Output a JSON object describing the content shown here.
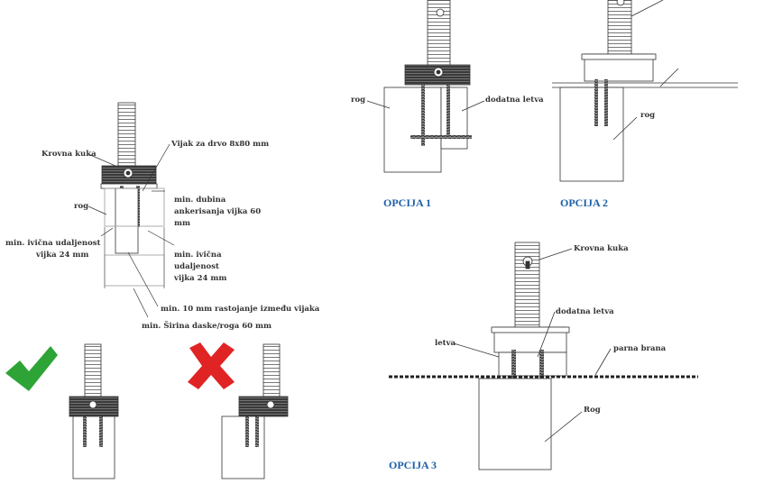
{
  "colors": {
    "option_label": "#1d5fa8",
    "line": "#333333",
    "check": "#2ea437",
    "cross": "#e02424",
    "hook_dark": "#2a2a2a"
  },
  "labels": {
    "krovna_kuka": "Krovna kuka",
    "vijak": "Vijak za drvo 8x80 mm",
    "rog": "rog",
    "dubina_1": "min. dubina",
    "dubina_2": "ankerisanja vijka 60",
    "dubina_3": "mm",
    "ivicna_left_1": "min. ivična udaljenost",
    "ivicna_left_2": "vijka 24 mm",
    "ivicna_right_1": "min. ivična",
    "ivicna_right_2": "udaljenost",
    "ivicna_right_3": "vijka 24 mm",
    "rastojanje": "min. 10 mm rastojanje između vijaka",
    "sirina": "min. Širina daske/roga 60 mm",
    "opt1_rog": "rog",
    "dodatna_letva_1": "dodatna letva",
    "opt2_rog": "rog",
    "opt3_krovna_kuka": "Krovna kuka",
    "dodatna_letva_3": "dodatna letva",
    "letva": "letva",
    "parna_brana": "parna brana",
    "opt3_rog": "Rog"
  },
  "options": {
    "opcija1": "OPCIJA 1",
    "opcija2": "OPCIJA 2",
    "opcija3": "OPCIJA 3"
  },
  "icons": {
    "correct": "checkmark-icon",
    "wrong": "cross-icon"
  }
}
